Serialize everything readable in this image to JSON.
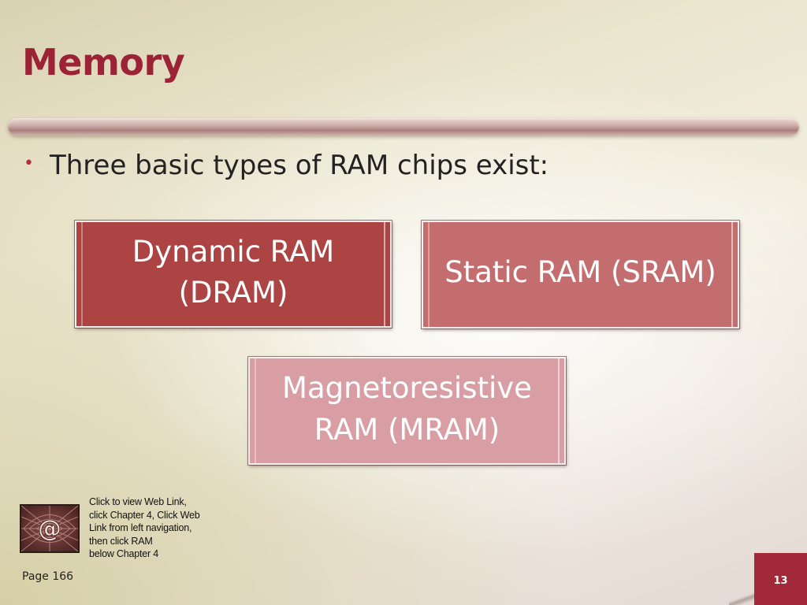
{
  "slide": {
    "title": "Memory",
    "bullet": "Three basic types of RAM chips exist:",
    "bullet_marker": "•"
  },
  "ram_types": [
    {
      "lines": [
        "Dynamic RAM",
        "(DRAM)"
      ],
      "color": "#ab4443"
    },
    {
      "lines": [
        "Static RAM (SRAM)"
      ],
      "color": "#c36d6e"
    },
    {
      "lines": [
        "Magnetoresistive",
        "RAM (MRAM)"
      ],
      "color": "#d99ea3"
    }
  ],
  "web_link": {
    "icon": "at-sign-icon",
    "lines": [
      "Click to view Web Link,",
      "click Chapter 4, Click Web",
      "Link from left navigation,",
      "then click RAM",
      "below Chapter 4"
    ]
  },
  "footer": {
    "page_reference": "Page 166",
    "slide_number": "13"
  },
  "colors": {
    "title": "#9b2335",
    "accent": "#a12939",
    "bullet": "#b03046"
  }
}
